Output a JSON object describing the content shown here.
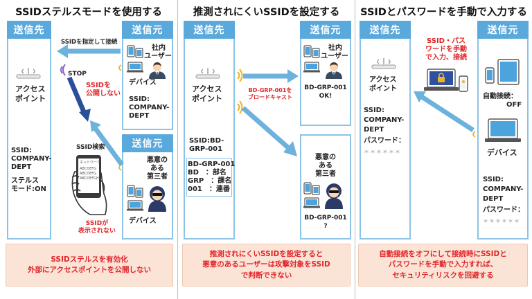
{
  "colors": {
    "header": "#5aa9dc",
    "box_border": "#8cc3e6",
    "arrow": "#6cb2dc",
    "arrow_dark": "#2c4f9a",
    "alert": "#e0262a",
    "note_bg": "#fbe3d6"
  },
  "panel1": {
    "title": "SSIDステルスモードを使用する",
    "dest_header": "送信先",
    "src_header_top": "送信元",
    "src_header_bottom": "送信元",
    "ap_label": [
      "アクセス",
      "ポイント"
    ],
    "ap_ssid": [
      "SSID:",
      "COMPANY-",
      "DEPT"
    ],
    "ap_stealth": [
      "ステルス",
      "モード:ON"
    ],
    "arrow_label": "SSIDを指定して接続",
    "stop": "STOP",
    "not_public": [
      "SSIDを",
      "公開しない"
    ],
    "ssid_search": "SSID検索",
    "phone_screen": [
      "ネットワーク",
      "ABCDEFG",
      "ABCDEFG",
      "ABCDEFGH"
    ],
    "not_shown": [
      "SSIDが",
      "表示されない"
    ],
    "insider": [
      "社内",
      "ユーザー"
    ],
    "device_top": "デバイス",
    "device_ssid": [
      "SSID:",
      "COMPANY-",
      "DEPT"
    ],
    "attacker": [
      "悪意の",
      "ある",
      "第三者"
    ],
    "device_bottom": "デバイス",
    "note": [
      "SSIDステルスを有効化",
      "外部にアクセスポイントを公開しない"
    ]
  },
  "panel2": {
    "title": "推測されにくいSSIDを設定する",
    "dest_header": "送信先",
    "src_header": "送信元",
    "ap_label": [
      "アクセス",
      "ポイント"
    ],
    "ap_ssid": [
      "SSID:BD-",
      "GRP-001"
    ],
    "ssid_parts": [
      "BD-GRP-001",
      "BD　：部名",
      "GRP　：課名",
      "001　：連番"
    ],
    "broadcast": [
      "BD-GRP-001を",
      "ブロードキャスト"
    ],
    "insider": [
      "社内",
      "ユーザー"
    ],
    "ok_text": [
      "BD-GRP-001",
      "OK!"
    ],
    "attacker": [
      "悪意の",
      "ある",
      "第三者"
    ],
    "unknown_text": [
      "BD-GRP-001",
      "?"
    ],
    "note": [
      "推測されにくいSSIDを設定すると",
      "悪意のあるユーザーは攻撃対象をSSID",
      "で判断できない"
    ]
  },
  "panel3": {
    "title": "SSIDとパスワードを手動で入力する",
    "dest_header": "送信先",
    "src_header": "送信元",
    "ap_label": [
      "アクセス",
      "ポイント"
    ],
    "ap_ssid": [
      "SSID:",
      "COMPANY-",
      "DEPT"
    ],
    "ap_pass": "パスワード：",
    "ap_mask": "＊＊＊＊＊＊",
    "manual": [
      "SSID・パス",
      "ワードを手動",
      "で入力、接続"
    ],
    "auto_connect": [
      "自動接続：",
      "OFF"
    ],
    "device": "デバイス",
    "device_ssid": [
      "SSID:",
      "COMPANY-",
      "DEPT"
    ],
    "device_pass": "パスワード：",
    "device_mask": "＊＊＊＊＊＊",
    "note": [
      "自動接続をオフにして接続時にSSIDと",
      "パスワードを手動で入力すれば、",
      "セキュリティリスクを回避する"
    ]
  }
}
